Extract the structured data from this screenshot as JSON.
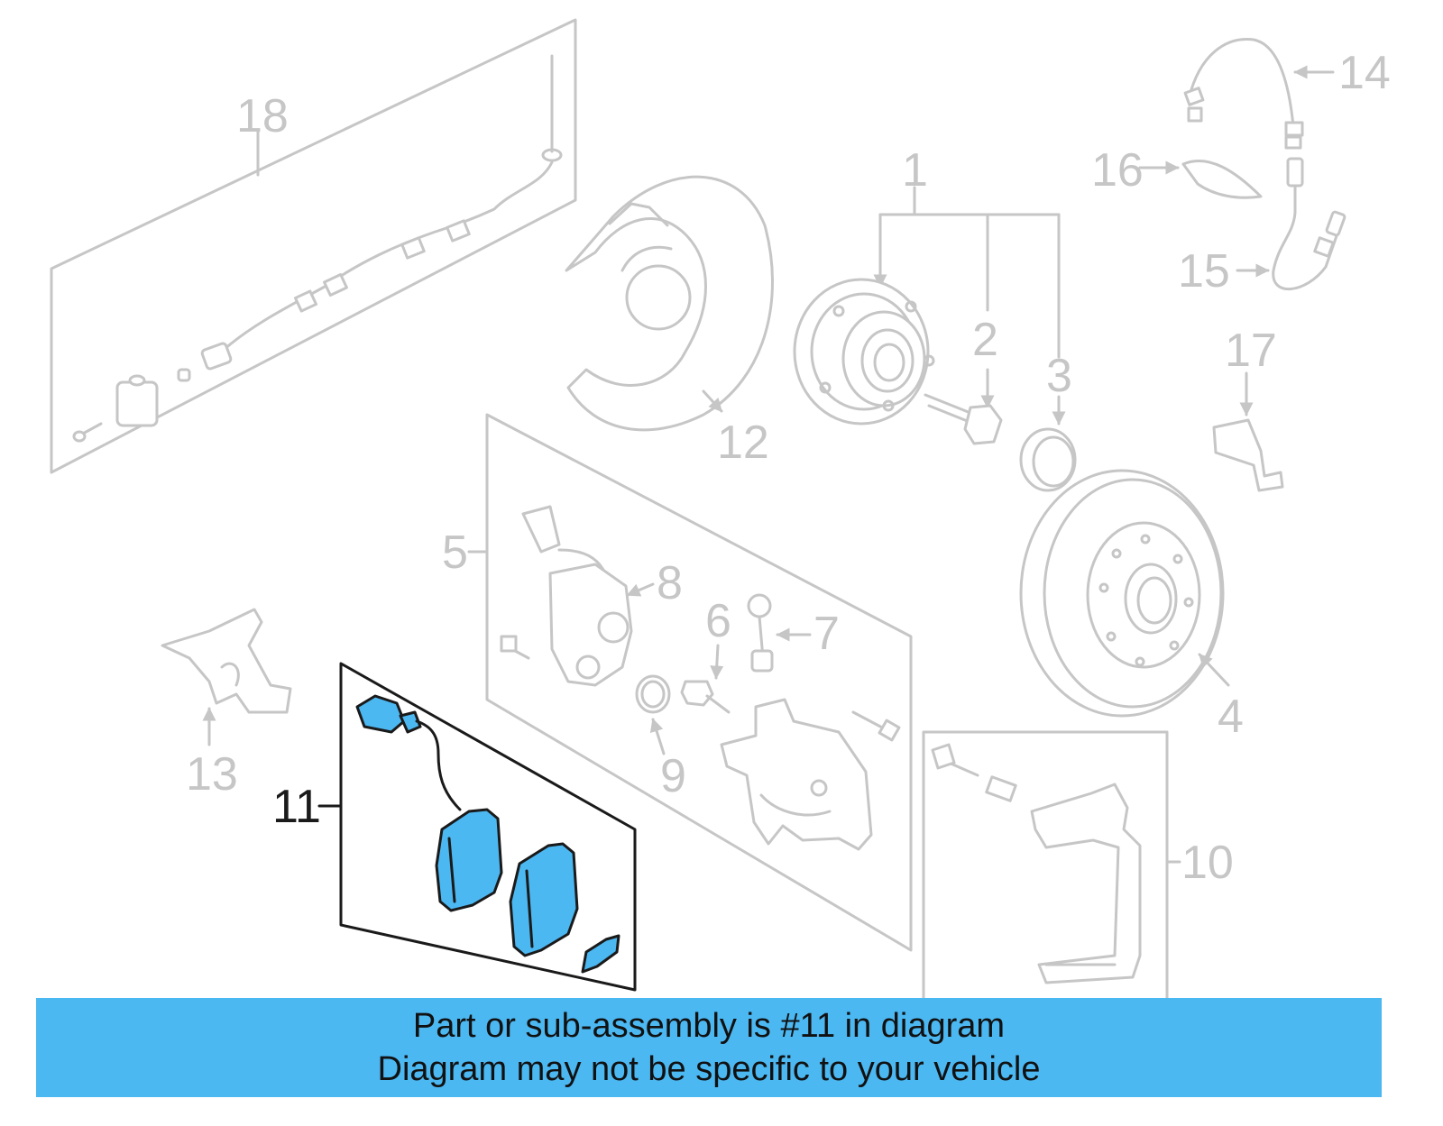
{
  "colors": {
    "highlight": "#4cb8f2",
    "outline": "#1a1a1a",
    "faded": "#c6c6c6",
    "banner": "#4cb8f2",
    "banner_text": "#111111"
  },
  "callouts": {
    "c1": "1",
    "c2": "2",
    "c3": "3",
    "c4": "4",
    "c5": "5",
    "c6": "6",
    "c7": "7",
    "c8": "8",
    "c9": "9",
    "c10": "10",
    "c11": "11",
    "c12": "12",
    "c13": "13",
    "c14": "14",
    "c15": "15",
    "c16": "16",
    "c17": "17",
    "c18": "18"
  },
  "highlighted_part": "11",
  "banner": {
    "line1": "Part or sub-assembly is #11 in diagram",
    "line2": "Diagram may not be specific to your vehicle"
  }
}
